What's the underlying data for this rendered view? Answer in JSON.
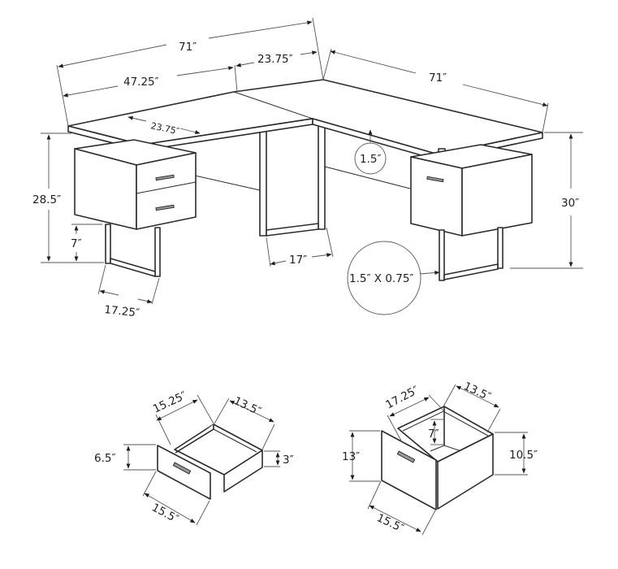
{
  "figure": {
    "title": "L-shaped desk dimension diagram",
    "colors": {
      "line": "#2b2b2b",
      "dimension": "#555555",
      "background": "#ffffff"
    }
  },
  "desk": {
    "overall_width": "71″",
    "left_section_width": "47.25″",
    "return_overlap_width": "23.75″",
    "return_length": "71″",
    "top_depth": "23.75″",
    "left_height": "28.5″",
    "right_height": "30″",
    "leg_clearance": "7″",
    "left_leg_depth": "17.25″",
    "center_leg_depth": "17″",
    "top_thickness_callout": "1.5″",
    "leg_profile_callout": "1.5″ X 0.75″"
  },
  "small_drawer": {
    "inner_length": "15.25″",
    "inner_width": "13.5″",
    "front_height": "6.5″",
    "side_height": "3″",
    "outer_width": "15.5″"
  },
  "file_drawer": {
    "inner_length": "17.25″",
    "inner_width": "13.5″",
    "inner_depth": "7″",
    "front_height": "13″",
    "side_height": "10.5″",
    "outer_width": "15.5″"
  }
}
